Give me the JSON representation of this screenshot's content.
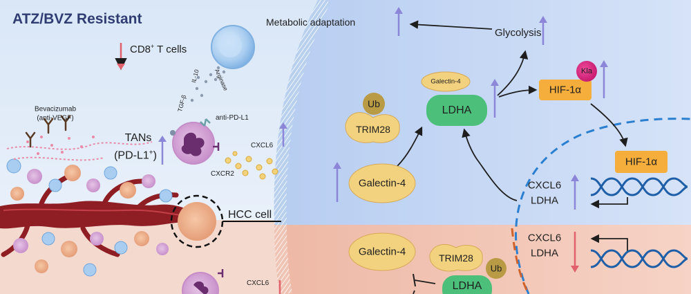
{
  "title": "ATZ/BVZ Resistant",
  "labels": {
    "cd8": "CD8",
    "cd8_sup": "+",
    "cd8_suffix": " T cells",
    "bevacizumab": "Bevacizumab",
    "anti_vegf": "(anti-VEGF)",
    "tgfb": "TGF-β",
    "il10": "IL-10",
    "arginase": "Arginase",
    "anti_pdl1": "anti-PD-L1",
    "tans": "TANs",
    "pdl1_open": "(PD-L1",
    "pdl1_sup": "+",
    "pdl1_close": ")",
    "cxcl6_top": "CXCL6",
    "cxcr2": "CXCR2",
    "hcc_cell": "HCC cell",
    "cxcl6_bottom": "CXCL6",
    "metabolic": "Metabolic adaptation",
    "glycolysis": "Glycolysis",
    "galectin4_small": "Galectin-4",
    "ldha_top": "LDHA",
    "ub_top": "Ub",
    "trim28_top": "TRIM28",
    "hif_top": "HIF-1α",
    "kla": "Kla",
    "hif_nucleus": "HIF-1α",
    "galectin4_top": "Galectin-4",
    "cxcl6_ldha_up_1": "CXCL6",
    "cxcl6_ldha_up_2": "LDHA",
    "galectin4_bottom": "Galectin-4",
    "trim28_bottom": "TRIM28",
    "ub_bottom": "Ub",
    "ldha_bottom": "LDHA",
    "cxcl6_ldha_down_1": "CXCL6",
    "cxcl6_ldha_down_2": "LDHA"
  },
  "colors": {
    "title": "#2f3d73",
    "up_arrow": "#8b86d8",
    "down_arrow": "#e0616b",
    "ldha": "#4cc07a",
    "galectin": "#f2d27e",
    "hif": "#f5ad3c",
    "kla": "#d81b7b",
    "ub": "#b99a45",
    "trim28": "#f2d27e",
    "cell_top": "#cfe0f7",
    "cell_bottom": "#f3c9b8",
    "nucleus_line": "#2a7fd1",
    "dna": "#1f5fa8"
  }
}
